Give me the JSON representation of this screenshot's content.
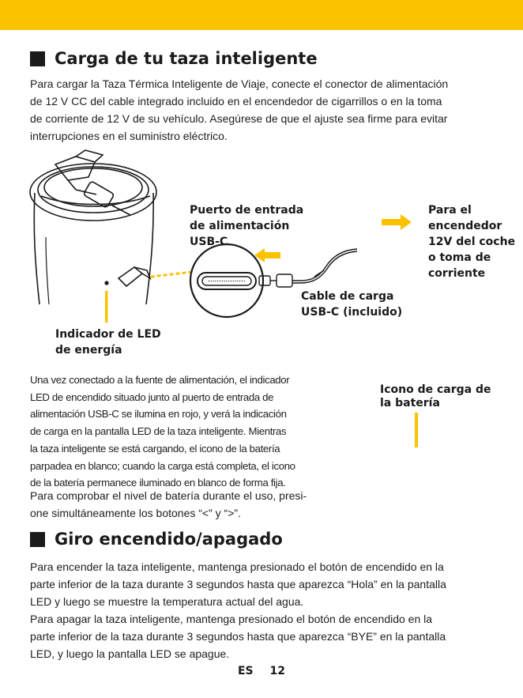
{
  "section1": {
    "title": "Carga de tu taza inteligente",
    "intro": "Para cargar la Taza Térmica Inteligente de Viaje, conecte el conector de alimentación\nde 12 V CC del cable integrado incluido en el encendedor de cigarrillos o en la toma\nde corriente de 12 V de su vehículo. Asegúrese de que el ajuste sea firme para evitar\ninterrupciones en el suministro eléctrico."
  },
  "diagram": {
    "port_label": "Puerto de entrada\nde alimentación\nUSB-C",
    "lighter_label": "Para el\nencendedor\n12V del coche\no toma de\ncorriente",
    "cable_label": "Cable de carga\nUSB-C (incluido)",
    "led_label": "Indicador de LED\nde energía",
    "battery_icon_label": "Icono de carga de\nla batería"
  },
  "section1_body": {
    "led_paragraph": "Una vez conectado a la fuente de alimentación, el indicador\nLED de encendido situado junto al puerto de entrada de\nalimentación USB-C se ilumina en rojo, y verá la indicación\nde carga en la pantalla LED de la taza inteligente. Mientras\nla taza inteligente se está cargando, el icono de la batería\nparpadea en blanco; cuando la carga está completa, el icono\nde la batería permanece iluminado en blanco de forma fija.",
    "battery_paragraph": "Para comprobar el nivel de batería durante el uso, presi-\none simultáneamente los botones “<” y “>”."
  },
  "section2": {
    "title": "Giro encendido/apagado",
    "on_paragraph": "Para encender la taza inteligente, mantenga presionado el botón de encendido en la\nparte inferior de la taza durante 3 segundos hasta que aparezca “Hola” en la pantalla\nLED y luego se muestre la temperatura actual del agua.",
    "off_paragraph": "Para apagar la taza inteligente, mantenga presionado el botón de encendido en la\nparte inferior de la taza durante 3 segundos hasta que aparezca “BYE” en la pantalla\nLED, y luego la pantalla LED se apague."
  },
  "footer": {
    "lang": "ES",
    "page": "12"
  },
  "colors": {
    "accent": "#fbc200",
    "text": "#1a1a1a"
  }
}
